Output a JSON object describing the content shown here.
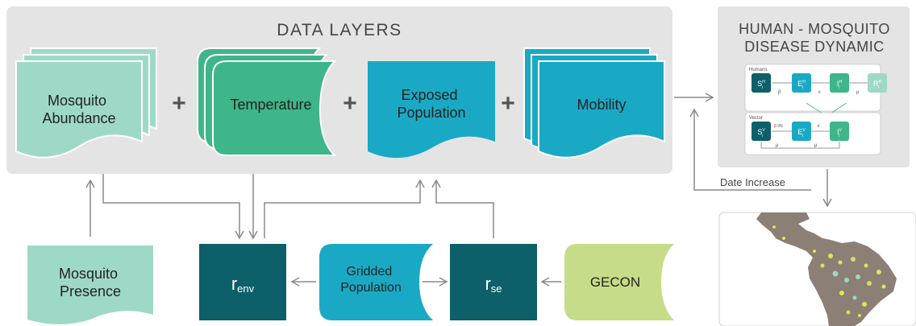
{
  "colors": {
    "panel": "#e4e4e4",
    "light_mint": "#9ed9c7",
    "green": "#3fb58a",
    "teal": "#1aa9c4",
    "dark_teal": "#0d5f6a",
    "lime": "#c6dc88",
    "arrow": "#8a8a8a",
    "text": "#333333"
  },
  "data_layers": {
    "title": "DATA LAYERS",
    "mosquito_abundance": [
      "Mosquito",
      "Abundance"
    ],
    "temperature": "Temperature",
    "exposed_population": [
      "Exposed",
      "Population"
    ],
    "mobility": "Mobility",
    "plus": "+"
  },
  "dynamic": {
    "title_line1": "HUMAN - MOSQUITO",
    "title_line2": "DISEASE DYNAMIC",
    "humans_label": "Humans",
    "vector_label": "Vector",
    "humans": {
      "S": {
        "main": "S",
        "sup": "H",
        "sub": "i"
      },
      "E": {
        "main": "E",
        "sup": "H",
        "sub": "i"
      },
      "I": {
        "main": "I",
        "sup": "H",
        "sub": "i"
      },
      "R": {
        "main": "R",
        "sup": "H",
        "sub": "i"
      }
    },
    "vector": {
      "S": {
        "main": "S",
        "sup": "V",
        "sub": "i"
      },
      "E": {
        "main": "E",
        "sup": "V",
        "sub": "i"
      },
      "I": {
        "main": "I",
        "sup": "V",
        "sub": "i"
      }
    },
    "rates": {
      "h_beta": "β",
      "h_eps": "ε",
      "h_mu": "μ",
      "v_frac": "β I/N",
      "v_eps": "ε",
      "v_mu1": "μ",
      "v_mu2": "μ"
    }
  },
  "date_increase": "Date  Increase",
  "inputs": {
    "mosquito_presence": [
      "Mosquito",
      "Presence"
    ],
    "r_env": {
      "main": "r",
      "sub": "env"
    },
    "gridded_population": [
      "Gridded",
      "Population"
    ],
    "r_se": {
      "main": "r",
      "sub": "se"
    },
    "gecon": "GECON"
  }
}
